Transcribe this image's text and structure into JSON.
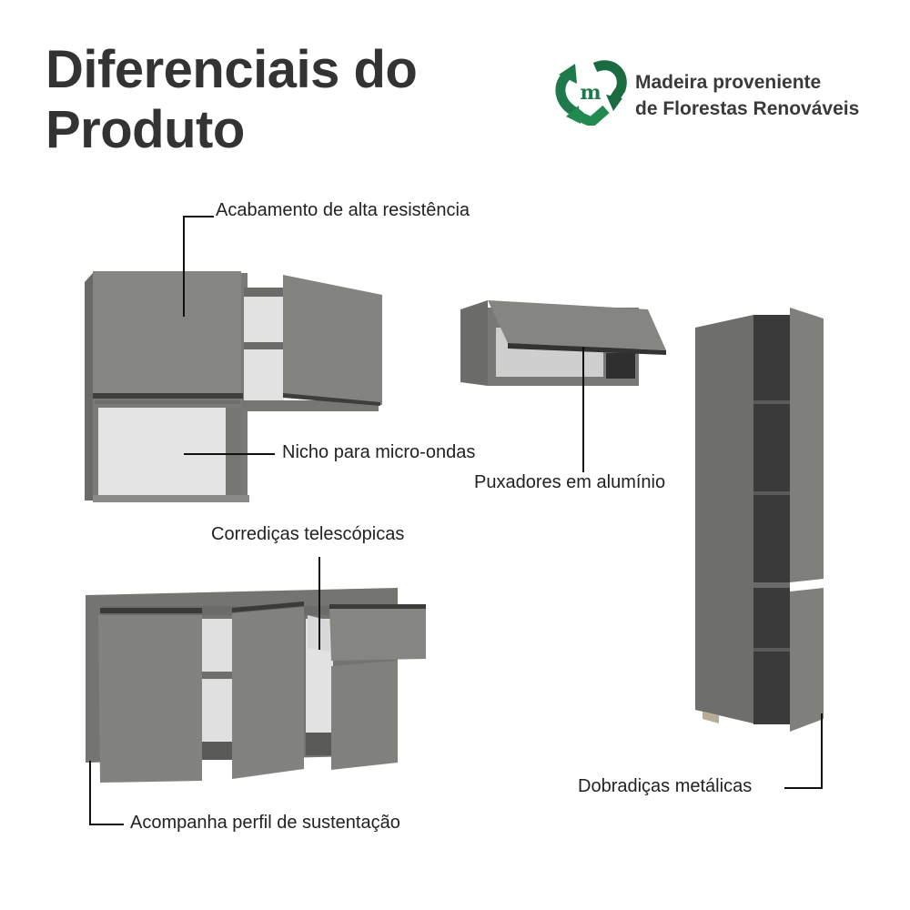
{
  "header": {
    "title_line1": "Diferenciais do",
    "title_line2": "Produto"
  },
  "badge": {
    "icon": "recycle-heart-m-icon",
    "line1": "Madeira proveniente",
    "line2": "de Florestas Renováveis",
    "color": "#1e7a4a"
  },
  "features": [
    {
      "label": "Acabamento de alta resistência"
    },
    {
      "label": "Nicho para micro-ondas"
    },
    {
      "label": "Puxadores em alumínio"
    },
    {
      "label": "Corrediças telescópicas"
    },
    {
      "label": "Acompanha perfil de sustentação"
    },
    {
      "label": "Dobradiças metálicas"
    }
  ],
  "colors": {
    "cabinet": "#7c7d79",
    "cabinet_dark": "#5f605d",
    "interior": "#e6e6e6",
    "interior_dark": "#3b3b3b",
    "text": "#333333"
  }
}
